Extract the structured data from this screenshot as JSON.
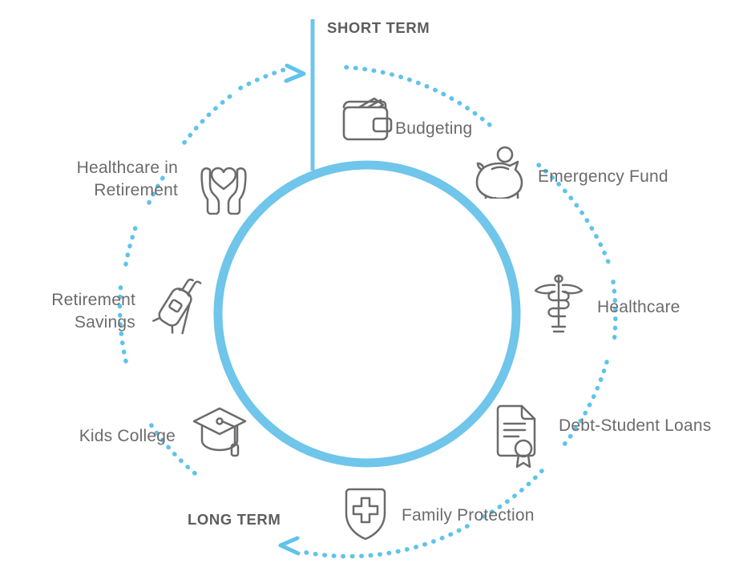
{
  "diagram": {
    "title_short": "SHORT TERM",
    "title_long": "LONG TERM",
    "accent_color": "#6FC5EA",
    "dotted_color": "#5FC3EC",
    "icon_color": "#6B6B6B",
    "text_color": "#6B6B6B",
    "phase_text_color": "#5D5D5D",
    "background_color": "#FFFFFF"
  },
  "nodes": [
    {
      "id": "budgeting",
      "label": "Budgeting",
      "icon": "wallet-icon",
      "phase": "short",
      "angle_deg": 300,
      "align": "left"
    },
    {
      "id": "emergency-fund",
      "label": "Emergency Fund",
      "icon": "piggy-bank-icon",
      "phase": "short",
      "angle_deg": 330,
      "align": "left"
    },
    {
      "id": "healthcare",
      "label": "Healthcare",
      "icon": "caduceus-icon",
      "phase": "short",
      "angle_deg": 0,
      "align": "left"
    },
    {
      "id": "debt-student-loans",
      "label": "Debt-Student Loans",
      "icon": "certificate-icon",
      "phase": "short",
      "angle_deg": 40,
      "align": "left"
    },
    {
      "id": "family-protection",
      "label": "Family Protection",
      "icon": "shield-cross-icon",
      "phase": "long",
      "angle_deg": 75,
      "align": "left"
    },
    {
      "id": "kids-college",
      "label": "Kids College",
      "icon": "graduation-cap-icon",
      "phase": "long",
      "angle_deg": 140,
      "align": "right"
    },
    {
      "id": "retirement-savings",
      "label": "Retirement\nSavings",
      "icon": "golf-bag-icon",
      "phase": "long",
      "angle_deg": 180,
      "align": "right"
    },
    {
      "id": "healthcare-in-retirement",
      "label": "Healthcare in\nRetirement",
      "icon": "hands-heart-icon",
      "phase": "long",
      "angle_deg": 217,
      "align": "right"
    }
  ],
  "arrows": [
    {
      "id": "short-term-arrow",
      "direction": "clockwise-into-top",
      "color": "#5FC3EC"
    },
    {
      "id": "long-term-arrow",
      "direction": "counter-clockwise-to-bottom-left",
      "color": "#5FC3EC"
    }
  ]
}
